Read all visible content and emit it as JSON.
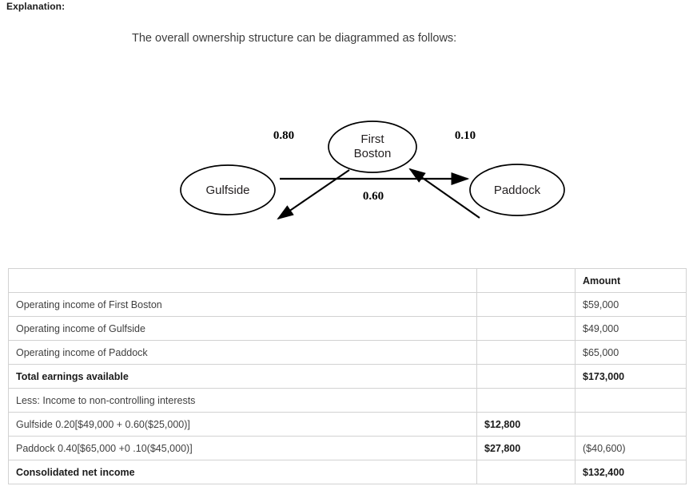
{
  "header": {
    "explanation_label": "Explanation:"
  },
  "intro": {
    "text": "The overall ownership structure can be diagrammed as follows:"
  },
  "diagram": {
    "nodes": [
      {
        "id": "first-boston",
        "line1": "First",
        "line2": "Boston"
      },
      {
        "id": "gulfside",
        "line1": "Gulfside",
        "line2": ""
      },
      {
        "id": "paddock",
        "line1": "Paddock",
        "line2": ""
      }
    ],
    "edges": [
      {
        "id": "first-boston-to-gulfside",
        "label": "0.80"
      },
      {
        "id": "paddock-to-first-boston",
        "label": "0.10"
      },
      {
        "id": "gulfside-to-paddock",
        "label": "0.60"
      }
    ]
  },
  "table": {
    "columns": [
      "",
      "",
      "Amount"
    ],
    "rows": [
      {
        "desc": "",
        "mid": "",
        "amount": "Amount",
        "style": "header"
      },
      {
        "desc": "Operating income of First Boston",
        "mid": "",
        "amount": "$59,000",
        "style": "normal"
      },
      {
        "desc": "Operating income of Gulfside",
        "mid": "",
        "amount": "$49,000",
        "style": "normal"
      },
      {
        "desc": "Operating income of Paddock",
        "mid": "",
        "amount": "$65,000",
        "style": "normal"
      },
      {
        "desc": "Total earnings available",
        "mid": "",
        "amount": "$173,000",
        "style": "bold"
      },
      {
        "desc": "Less: Income to non-controlling interests",
        "mid": "",
        "amount": "",
        "style": "normal"
      },
      {
        "desc": "Gulfside 0.20[$49,000 + 0.60($25,000)]",
        "mid": "$12,800",
        "amount": "",
        "style": "indent1"
      },
      {
        "desc": "Paddock 0.40[$65,000 +0 .10($45,000)]",
        "mid": "$27,800",
        "amount": "($40,600)",
        "style": "indent2"
      },
      {
        "desc": "Consolidated net income",
        "mid": "",
        "amount": "$132,400",
        "style": "bold"
      }
    ]
  },
  "colors": {
    "border": "#d2d2d2",
    "text": "#3f3f3f",
    "text_strong": "#1b1b1b",
    "stroke": "#000000"
  }
}
